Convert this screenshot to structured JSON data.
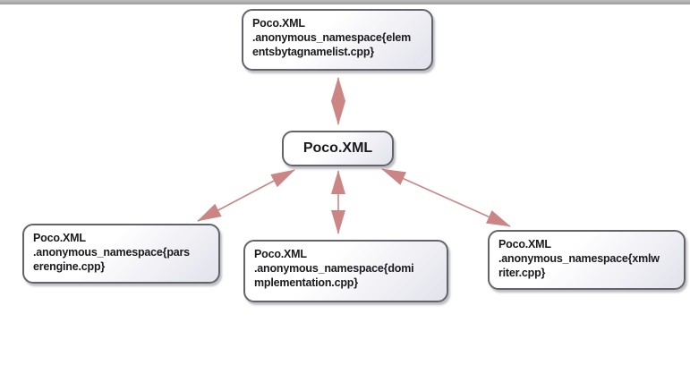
{
  "diagram": {
    "type": "dependency-graph",
    "colors": {
      "arrow": "#cc8585",
      "node_border": "#63636b",
      "node_fill_top": "#ffffff",
      "node_fill_bottom": "#e2e2ec",
      "top_bar": "#ababab",
      "text": "#1a1a1e",
      "background": "#ffffff"
    },
    "nodes": {
      "center": {
        "id": "Poco.XML",
        "lines": [
          "Poco.XML"
        ]
      },
      "top": {
        "id": "Poco.XML.anonymous_namespace{elementsbytagnamelist.cpp}",
        "lines": [
          "Poco.XML",
          ".anonymous_namespace{elem",
          "entsbytagnamelist.cpp}"
        ]
      },
      "bottom_left": {
        "id": "Poco.XML.anonymous_namespace{parserengine.cpp}",
        "lines": [
          "Poco.XML",
          ".anonymous_namespace{pars",
          "erengine.cpp}"
        ]
      },
      "bottom_middle": {
        "id": "Poco.XML.anonymous_namespace{domimplementation.cpp}",
        "lines": [
          "Poco.XML",
          ".anonymous_namespace{domi",
          "mplementation.cpp}"
        ]
      },
      "bottom_right": {
        "id": "Poco.XML.anonymous_namespace{xmlwriter.cpp}",
        "lines": [
          "Poco.XML",
          ".anonymous_namespace{xmlw",
          "riter.cpp}"
        ]
      }
    },
    "edges": [
      {
        "a": "top",
        "b": "center",
        "bidirectional": true
      },
      {
        "a": "center",
        "b": "bottom_left",
        "bidirectional": true
      },
      {
        "a": "center",
        "b": "bottom_middle",
        "bidirectional": true
      },
      {
        "a": "center",
        "b": "bottom_right",
        "bidirectional": true
      }
    ]
  }
}
